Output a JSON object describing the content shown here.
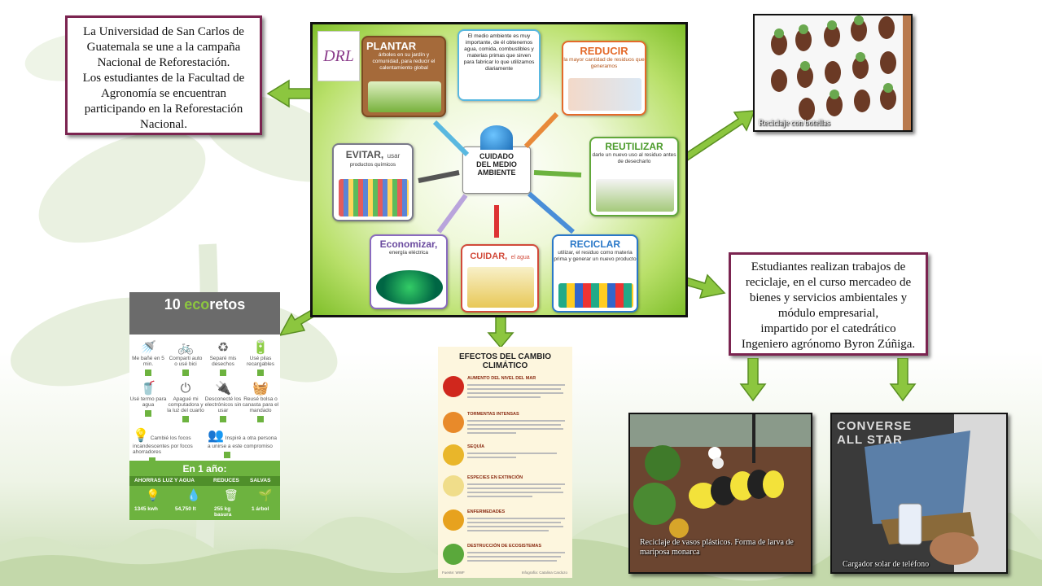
{
  "box_top_left": {
    "lines": [
      "La Universidad de San Carlos de",
      "Guatemala se une a la campaña",
      "Nacional de Reforestación.",
      "Los estudiantes de la Facultad de",
      "Agronomía se encuentran",
      "participando en la Reforestación",
      "Nacional."
    ]
  },
  "box_right": {
    "lines": [
      "Estudiantes realizan trabajos de",
      "reciclaje, en el curso mercadeo de",
      "bienes y servicios ambientales y",
      "módulo empresarial,",
      "impartido por el catedrático",
      "Ingeniero agrónomo Byron Zúñiga."
    ]
  },
  "captions": {
    "bottles": "Reciclaje con botellas",
    "larva": "Reciclaje de vasos plásticos. Forma de larva de mariposa monarca",
    "charger": "Cargador solar de teléfono"
  },
  "poster": {
    "logo": "DRL",
    "center": [
      "CUIDADO",
      "DEL MEDIO",
      "AMBIENTE"
    ],
    "plantar": {
      "title": "PLANTAR",
      "text": "árboles en su jardín y comunidad, para reducir el calentamiento global"
    },
    "medio": {
      "text": "El medio ambiente es muy importante, de él obtenemos agua, comida, combustibles y materias primas que sirven para fabricar lo que utilizamos diariamente"
    },
    "reducir": {
      "title": "REDUCIR",
      "text": "la mayor cantidad de residuos que generamos"
    },
    "reutilizar": {
      "title": "REUTILIZAR",
      "text": "darle un nuevo uso al residuo antes de desecharlo"
    },
    "evitar": {
      "title": "EVITAR,",
      "title2": "usar",
      "text": "productos químicos"
    },
    "economizar": {
      "title": "Economizar,",
      "text": "energía eléctrica"
    },
    "cuidar": {
      "title": "CUIDAR,",
      "title2": "el agua"
    },
    "reciclar": {
      "title": "RECICLAR",
      "text": "utilizar, el residuo como materia prima y generar un nuevo producto"
    }
  },
  "eco": {
    "num": "10",
    "word1": "eco",
    "word2": "retos",
    "items": [
      {
        "icon": "shower-icon",
        "glyph": "🚿",
        "text": "Me bañé en 5 min."
      },
      {
        "icon": "bicycle-icon",
        "glyph": "🚲",
        "text": "Comparti auto o usé bici"
      },
      {
        "icon": "recycle-icon",
        "glyph": "♻",
        "text": "Separé mis desechos"
      },
      {
        "icon": "battery-icon",
        "glyph": "🔋",
        "text": "Usé pilas recargables"
      },
      {
        "icon": "thermos-icon",
        "glyph": "🥤",
        "text": "Usé termo para agua"
      },
      {
        "icon": "power-icon",
        "glyph": "⏻",
        "text": "Apagué mi computadora y la luz del cuarto"
      },
      {
        "icon": "plug-icon",
        "glyph": "🔌",
        "text": "Desconecté los electrónicos sin usar"
      },
      {
        "icon": "basket-icon",
        "glyph": "🧺",
        "text": "Reusé bolsa o canasta para el mandado"
      },
      {
        "icon": "bulb-icon",
        "glyph": "💡",
        "text": "Cambié los focos incandescentes por focos ahorradores"
      },
      {
        "icon": "people-icon",
        "glyph": "👥",
        "text": "Inspiré a otra persona a unirse a este compromiso"
      }
    ],
    "year": "En 1 año:",
    "cols": [
      {
        "head": "AHORRAS LUZ Y AGUA",
        "v1": "1345 kwh",
        "v2": "54,750 lt"
      },
      {
        "head": "REDUCES",
        "v1": "255 kg basura"
      },
      {
        "head": "SALVAS",
        "v1": "1 árbol"
      }
    ]
  },
  "cc": {
    "title": "EFECTOS DEL CAMBIO CLIMÁTICO",
    "items": [
      {
        "title": "AUMENTO DEL NIVEL DEL MAR",
        "color": "#d0271d"
      },
      {
        "title": "TORMENTAS INTENSAS",
        "color": "#e88a2a"
      },
      {
        "title": "SEQUÍA",
        "color": "#e9b62a"
      },
      {
        "title": "ESPECIES EN EXTINCIÓN",
        "color": "#f0dd8a"
      },
      {
        "title": "ENFERMEDADES",
        "color": "#e7a21e"
      },
      {
        "title": "DESTRUCCIÓN DE ECOSISTEMAS",
        "color": "#5aa83b"
      }
    ],
    "footer_left": "Fuente: WWF",
    "footer_right": "Infografía: Catalina Cardozo"
  },
  "colors": {
    "frame": "#7b2450",
    "arrow": "#8cc63f",
    "arrow_border": "#5a8f22"
  }
}
